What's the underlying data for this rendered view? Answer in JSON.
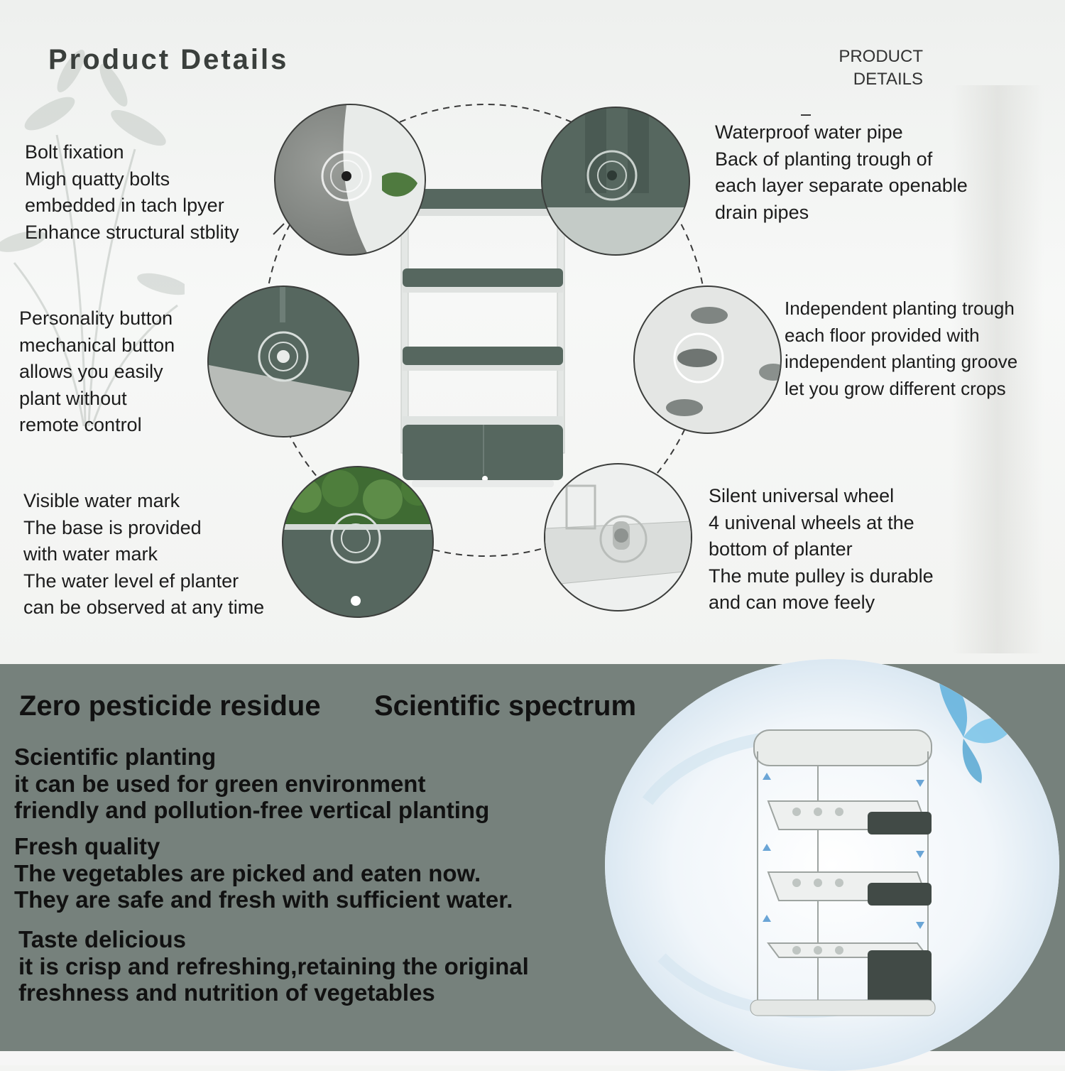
{
  "header": {
    "title": "Product Details",
    "title_right_lines": [
      "PRODUCT",
      "DETAILS"
    ]
  },
  "details": {
    "bolt": [
      "Bolt fixation",
      "Migh quatty bolts",
      "embedded in tach lpyer",
      "Enhance structural stblity"
    ],
    "button": [
      "Personality button",
      "mechanical button",
      "allows you easily",
      "plant without",
      "remote control"
    ],
    "water_mark": [
      "Visible water mark",
      "The base is provided",
      "with water mark",
      "The water level ef planter",
      "can be observed at any time"
    ],
    "pipe": [
      "Waterproof water pipe",
      "Back of planting trough of",
      "each layer separate openable",
      "drain pipes"
    ],
    "trough": [
      "Independent planting trough",
      "each floor provided with",
      "independent planting groove",
      "let you grow different crops"
    ],
    "wheel": [
      "Silent universal wheel",
      "4 univenal wheels at the",
      "bottom of planter",
      "The mute pulley is durable",
      "and can move feely"
    ]
  },
  "bottom": {
    "headline_left": "Zero pesticide residue",
    "headline_right": "Scientific spectrum",
    "features": [
      {
        "lines": [
          "Scientific planting",
          "it can be used for green environment",
          "friendly and pollution-free vertical planting"
        ]
      },
      {
        "lines": [
          "Fresh quality",
          "The vegetables are picked and eaten now.",
          "They are safe and fresh with sufficient water."
        ]
      },
      {
        "lines": [
          "Taste delicious",
          "it is crisp and refreshing,retaining the original",
          "freshness and nutrition of vegetables"
        ]
      }
    ]
  },
  "colors": {
    "product_green": "#516560",
    "panel": "#76817c",
    "text_dark": "#1c1c1c"
  }
}
